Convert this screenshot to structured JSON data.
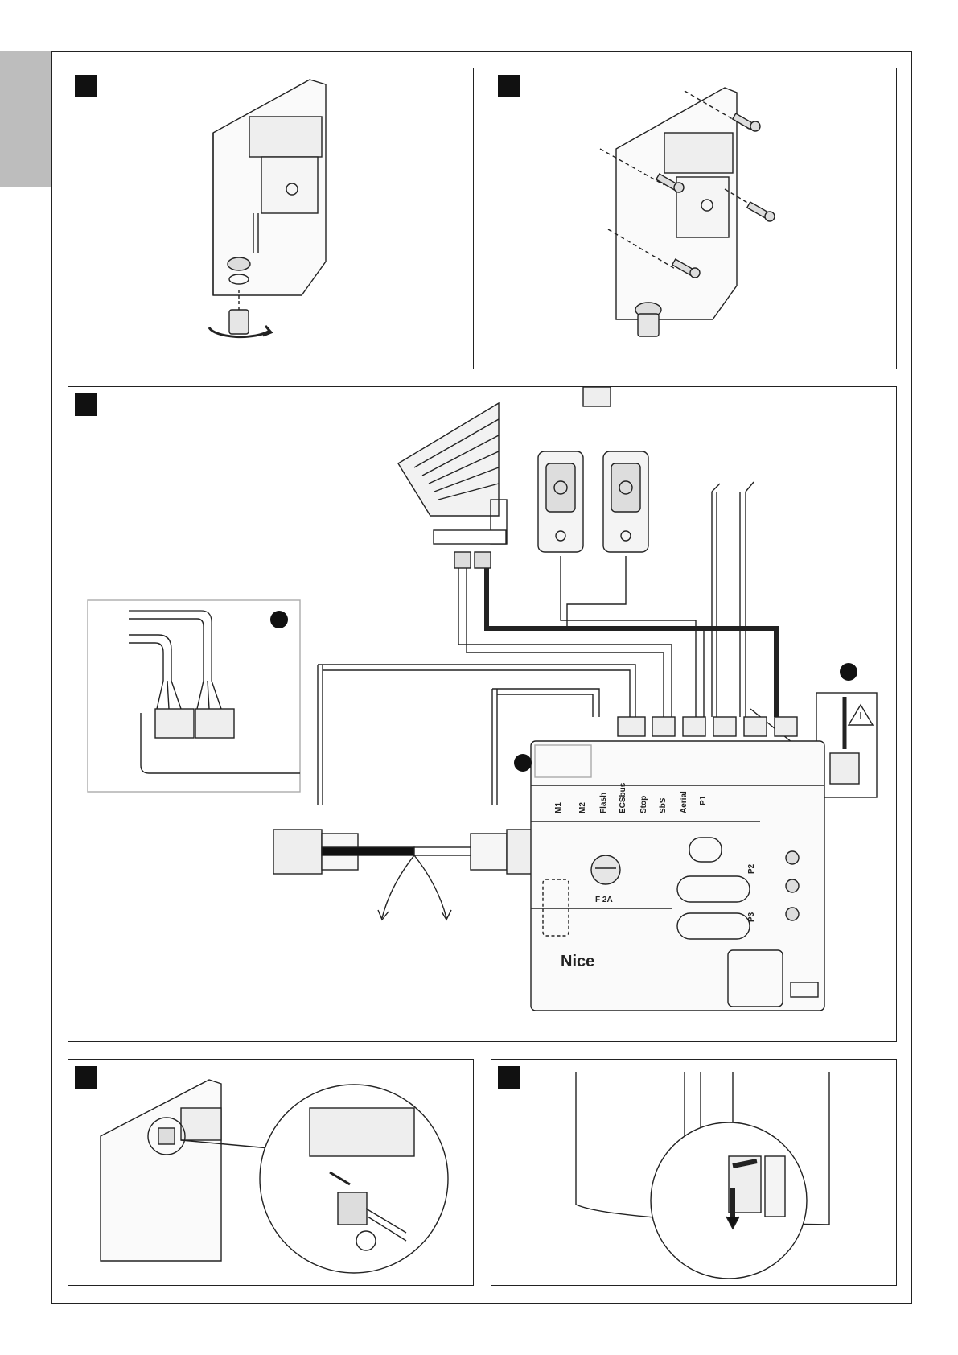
{
  "board": {
    "brand": "Nice",
    "fuse_label": "F 2A",
    "terminal_labels": [
      "M1",
      "M2",
      "Flash",
      "ECSbus",
      "Stop",
      "SbS",
      "Aerial"
    ],
    "led_labels": [
      "P1",
      "P2",
      "P3"
    ]
  },
  "colors": {
    "line": "#222222",
    "accent": "#111111",
    "tab": "#bdbdbd"
  }
}
